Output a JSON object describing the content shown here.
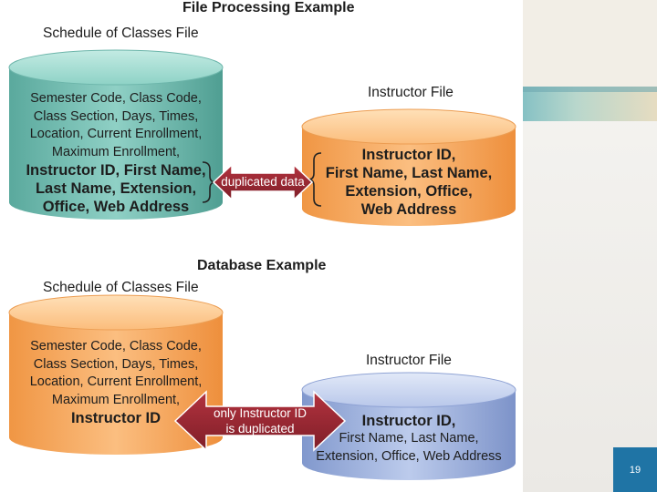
{
  "titles": {
    "file_processing": "File Processing Example",
    "database": "Database Example"
  },
  "labels": {
    "schedule_top": "Schedule of Classes File",
    "instructor_top": "Instructor File",
    "schedule_bottom": "Schedule of Classes File",
    "instructor_bottom": "Instructor File"
  },
  "top_schedule": {
    "plain": [
      "Semester Code, Class Code,",
      "Class Section, Days, Times,",
      "Location, Current Enrollment,",
      "Maximum Enrollment,"
    ],
    "bold": [
      "Instructor ID, First Name,",
      "Last Name, Extension,",
      "Office, Web Address"
    ]
  },
  "top_instructor": {
    "bold": [
      "Instructor ID,",
      "First Name, Last Name,",
      "Extension, Office,",
      "Web Address"
    ]
  },
  "bottom_schedule": {
    "plain": [
      "Semester Code, Class Code,",
      "Class Section, Days, Times,",
      "Location, Current Enrollment,",
      "Maximum Enrollment,"
    ],
    "bold": [
      "Instructor ID"
    ]
  },
  "bottom_instructor": {
    "bold": [
      "Instructor ID,"
    ],
    "plain": [
      "First Name, Last Name,",
      "Extension, Office, Web Address"
    ]
  },
  "arrows": {
    "top": "duplicated data",
    "bottom": [
      "only Instructor ID",
      "is duplicated"
    ]
  },
  "page_number": "19",
  "colors": {
    "teal": "#76bfb4",
    "orange": "#f5a65d",
    "blue": "#9eb1dc",
    "arrow": "#9b2833",
    "badge": "#1f74a5"
  }
}
